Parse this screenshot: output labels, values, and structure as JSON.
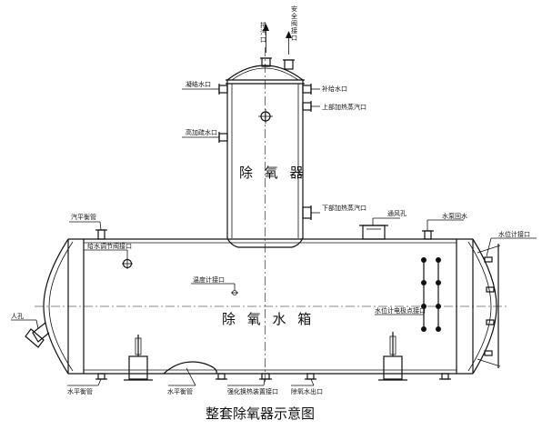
{
  "diagram": {
    "caption": "整套除氧器示意图",
    "deaerator_title": "除 氧 器",
    "tank_title": "除 氧 水 箱",
    "labels": {
      "exhaust": "排汽口",
      "safety_valve": "安全阀接口",
      "condensate_in": "凝结水口",
      "makeup_water": "补给水口",
      "upper_heating_steam": "上部加热蒸汽口",
      "hp_drain": "高加疏水口",
      "lower_heating_steam": "下部加热蒸汽口",
      "steam_balance_top": "汽平衡管",
      "vent_hole": "通风孔",
      "pump_return": "水泵回水",
      "level_gauge": "水位计接口",
      "feed_regulating_valve": "给水调节阀接口",
      "thermometer": "温度计接口",
      "level_electrode": "水位计电极点接口",
      "manhole": "人孔",
      "water_balance": "水平衡管",
      "water_balance_2": "水平衡管",
      "reboiler": "强化换热装置接口",
      "outlet": "除氧水出口"
    }
  }
}
